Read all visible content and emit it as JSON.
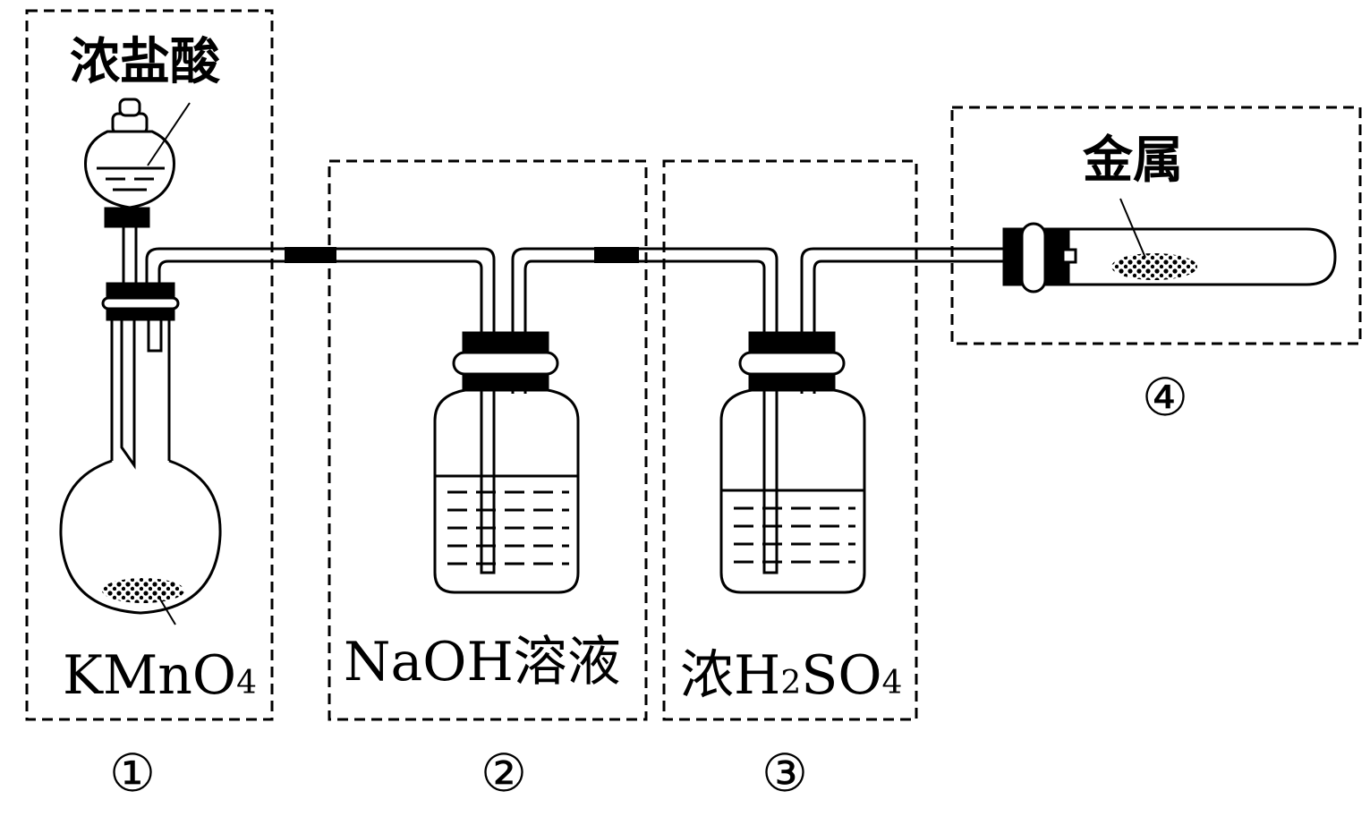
{
  "labels": {
    "conc_hcl": "浓盐酸",
    "kmno4": "KMnO",
    "kmno4_sub": "4",
    "naoh": "NaOH溶液",
    "conc_h2so4_prefix": "浓H",
    "h2so4_sub2": "2",
    "h2so4_mid": "SO",
    "h2so4_sub4": "4",
    "metal": "金属"
  },
  "numbers": {
    "n1": "①",
    "n2": "②",
    "n3": "③",
    "n4": "④"
  }
}
